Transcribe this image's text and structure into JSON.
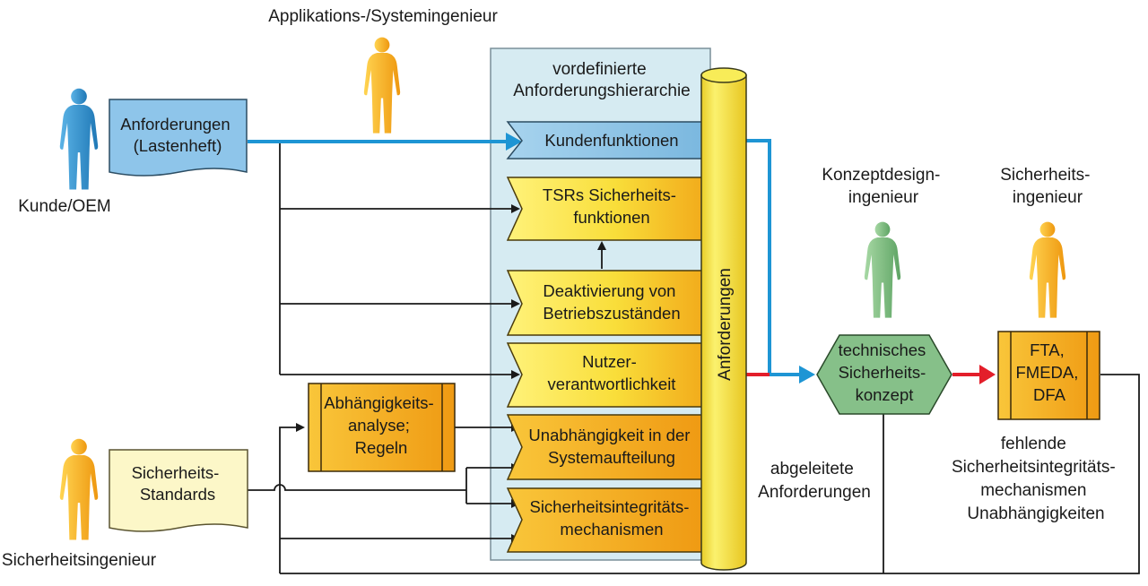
{
  "actors": {
    "customer": [
      "Kunde/OEM"
    ],
    "applications_engineer": [
      "Applikations-/Systemingenieur"
    ],
    "safety_engineer_left": [
      "Sicherheitsingenieur"
    ],
    "concept_engineer": [
      "Konzeptdesign-",
      "ingenieur"
    ],
    "safety_engineer_right": [
      "Sicherheits-",
      "ingenieur"
    ]
  },
  "documents": {
    "requirements": [
      "Anforderungen",
      "(Lastenheft)"
    ],
    "standards": [
      "Sicherheits-",
      "Standards"
    ]
  },
  "hierarchy": {
    "title": [
      "vordefinierte",
      "Anforderungshierarchie"
    ],
    "items": [
      [
        "Kundenfunktionen"
      ],
      [
        "TSRs Sicherheits-",
        "funktionen"
      ],
      [
        "Deaktivierung von",
        "Betriebszuständen"
      ],
      [
        "Nutzer-",
        "verantwortlichkeit"
      ],
      [
        "Unabhängigkeit in der",
        "Systemaufteilung"
      ],
      [
        "Sicherheitsintegritäts-",
        "mechanismen"
      ]
    ],
    "cylinder_label": "Anforderungen"
  },
  "dependency_analysis": [
    "Abhängigkeits-",
    "analyse;",
    "Regeln"
  ],
  "technical_concept": [
    "technisches",
    "Sicherheits-",
    "konzept"
  ],
  "analysis_methods": [
    "FTA,",
    "FMEDA,",
    "DFA"
  ],
  "derived_requirements": [
    "abgeleitete",
    "Anforderungen"
  ],
  "missing_mechanisms": [
    "fehlende",
    "Sicherheitsintegritäts-",
    "mechanismen",
    "Unabhängigkeiten"
  ],
  "colors": {
    "blue_person": "#2f8fca",
    "orange_person": "#f3a81d",
    "green_person": "#74b87a",
    "blue_arrow": "#1e95d4",
    "red_arrow": "#e31e2a",
    "panel": "#d6ebf2",
    "cylinder": "#f6e64a",
    "hex_fill": "#86c089"
  }
}
